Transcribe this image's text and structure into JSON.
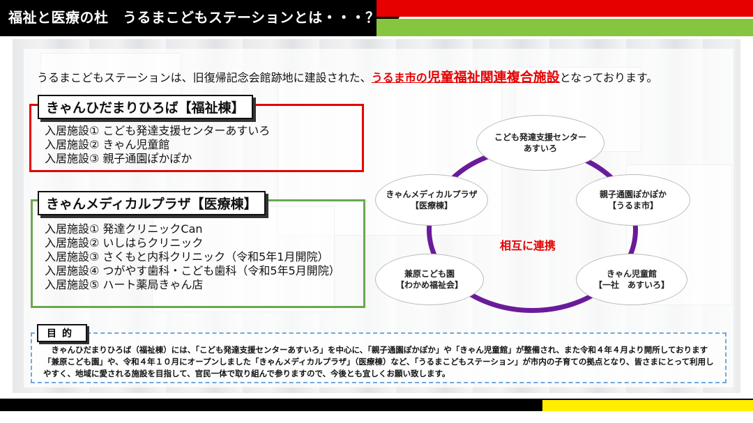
{
  "header": {
    "title": "福祉と医療の杜　うるまこどもステーションとは・・・？"
  },
  "colors": {
    "red": "#e60000",
    "green": "#86c540",
    "yellow": "#ffee00",
    "purple": "#6a1b9a"
  },
  "intro": {
    "before": "うるまこどもステーションは、旧復帰記念会館跡地に建設された、",
    "hl_small": "うるま市の",
    "hl_big": "児童福祉関連複合施設",
    "after": "となっております。"
  },
  "welfare": {
    "title": "きゃんひだまりひろば【福祉棟】",
    "items": [
      "入居施設① こども発達支援センターあすいろ",
      "入居施設② きゃん児童館",
      "入居施設③ 親子通園ぽかぽか"
    ]
  },
  "medical": {
    "title": "きゃんメディカルプラザ【医療棟】",
    "items": [
      "入居施設① 発達クリニックCan",
      "入居施設② いしはらクリニック",
      "入居施設③ さくもと内科クリニック（令和5年1月開院）",
      "入居施設④ つがやす歯科・こども歯科（令和5年5月開院）",
      "入居施設⑤ ハート薬局きゃん店"
    ]
  },
  "diagram": {
    "center": "相互に連携",
    "nodes": [
      {
        "line1": "こども発達支援センター",
        "line2": "あすいろ"
      },
      {
        "line1": "親子通園ぽかぽか",
        "line2": "【うるま市】"
      },
      {
        "line1": "きゃん児童館",
        "line2": "【一社　あすいろ】"
      },
      {
        "line1": "兼原こども園",
        "line2": "【わかめ福祉会】"
      },
      {
        "line1": "きゃんメディカルプラザ",
        "line2": "【医療棟】"
      }
    ]
  },
  "purpose": {
    "label": "目的",
    "text": "　きゃんひだまりひろば（福祉棟）には、「こども発達支援センターあすいろ」を中心に、「親子通園ぽかぽか」や「きゃん児童館」が整備され、また令和４年４月より開所しております「兼原こども園」や、令和４年１０月にオープンしました「きゃんメディカルプラザ」（医療棟）など、「うるまこどもステーション」が市内の子育ての拠点となり、皆さまにとって利用しやすく、地域に愛される施設を目指して、官民一体で取り組んで参りますので、今後とも宜しくお願い致します。"
  }
}
